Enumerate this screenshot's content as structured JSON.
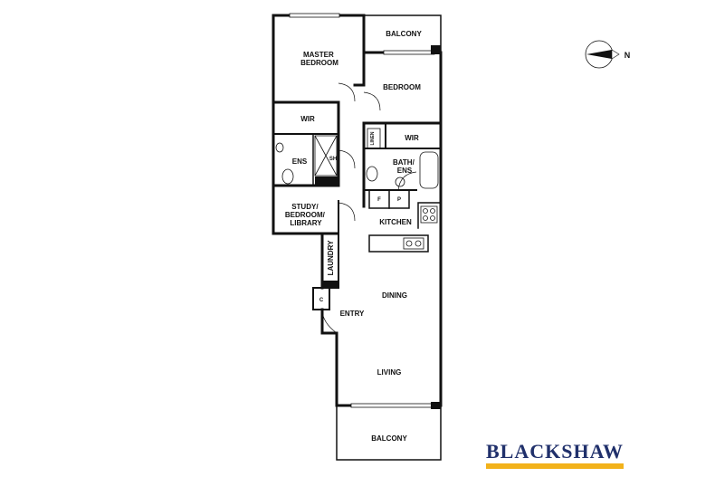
{
  "rooms": {
    "balcony_top": "BALCONY",
    "master_bedroom": [
      "MASTER",
      "BEDROOM"
    ],
    "bedroom": "BEDROOM",
    "wir_master": "WIR",
    "linen": "LINEN",
    "wir_bedroom": "WIR",
    "ens": "ENS",
    "shower": "SH",
    "bath_ens": [
      "BATH/",
      "ENS"
    ],
    "fridge": "F",
    "pantry": "P",
    "study": [
      "STUDY/",
      "BEDROOM/",
      "LIBRARY"
    ],
    "kitchen": "KITCHEN",
    "laundry": "LAUNDRY",
    "cupboard": "C",
    "dining": "DINING",
    "entry": "ENTRY",
    "living": "LIVING",
    "balcony_bottom": "BALCONY"
  },
  "compass": {
    "label": "N"
  },
  "brand": {
    "name": "BLACKSHAW",
    "colors": {
      "text": "#20306b",
      "bar": "#f2b21b"
    }
  }
}
